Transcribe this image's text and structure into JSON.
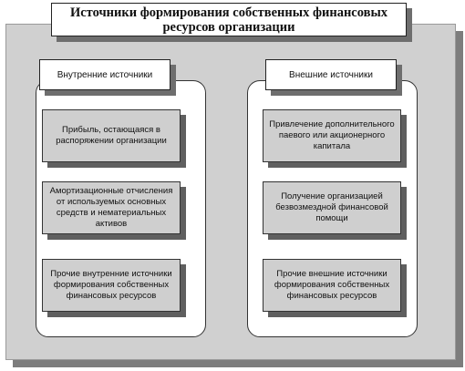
{
  "title": "Источники формирования собственных финансовых ресурсов организации",
  "internal": {
    "header": "Внутренние источники",
    "items": [
      "Прибыль, остающаяся в распоряжении организации",
      "Амортизационные отчисления от используемых основных средств и нематериальных активов",
      "Прочие внутренние источники формирования собственных финансовых ресурсов"
    ]
  },
  "external": {
    "header": "Внешние источники",
    "items": [
      "Привлечение дополнительного паевого или акционерного капитала",
      "Получение организацией безвозмездной финансовой помощи",
      "Прочие внешние источники формирования собственных финансовых ресурсов"
    ]
  }
}
